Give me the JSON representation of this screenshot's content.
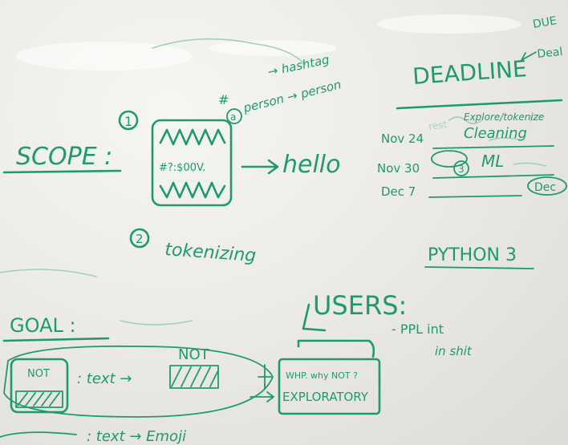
{
  "scope": {
    "heading": "SCOPE :",
    "step1_number": "1",
    "box_text": "#?:$00V.",
    "output_word": "hello",
    "step2_number": "2",
    "step2_text": "tokenizing",
    "marker_a": "a",
    "annotation_line1": "→ hashtag",
    "annotation_line2": "person → person",
    "hash_symbol": "#"
  },
  "deadline": {
    "heading": "DEADLINE",
    "corner_note_1": "DUE",
    "corner_note_2": "Deal",
    "rows": [
      {
        "date": "Nov 24",
        "task_top": "Explore/tokenize",
        "task": "Cleaning"
      },
      {
        "date": "Nov 30",
        "task": "ML",
        "circled": "3"
      },
      {
        "date": "Dec 7",
        "task": "",
        "circled": "Dec"
      }
    ]
  },
  "python": {
    "label": "PYTHON 3"
  },
  "users": {
    "heading": "USERS:",
    "line1": "- PPL int",
    "line2": "in shit"
  },
  "goal": {
    "heading": "GOAL :",
    "box1_label": "NOT",
    "text_arrow_1": ": text →",
    "box2_label": "NOT",
    "right_box_line1": "WHP. why NOT ?",
    "right_box_line2": "EXPLORATORY",
    "bottom_line": ": text → Emoji"
  }
}
